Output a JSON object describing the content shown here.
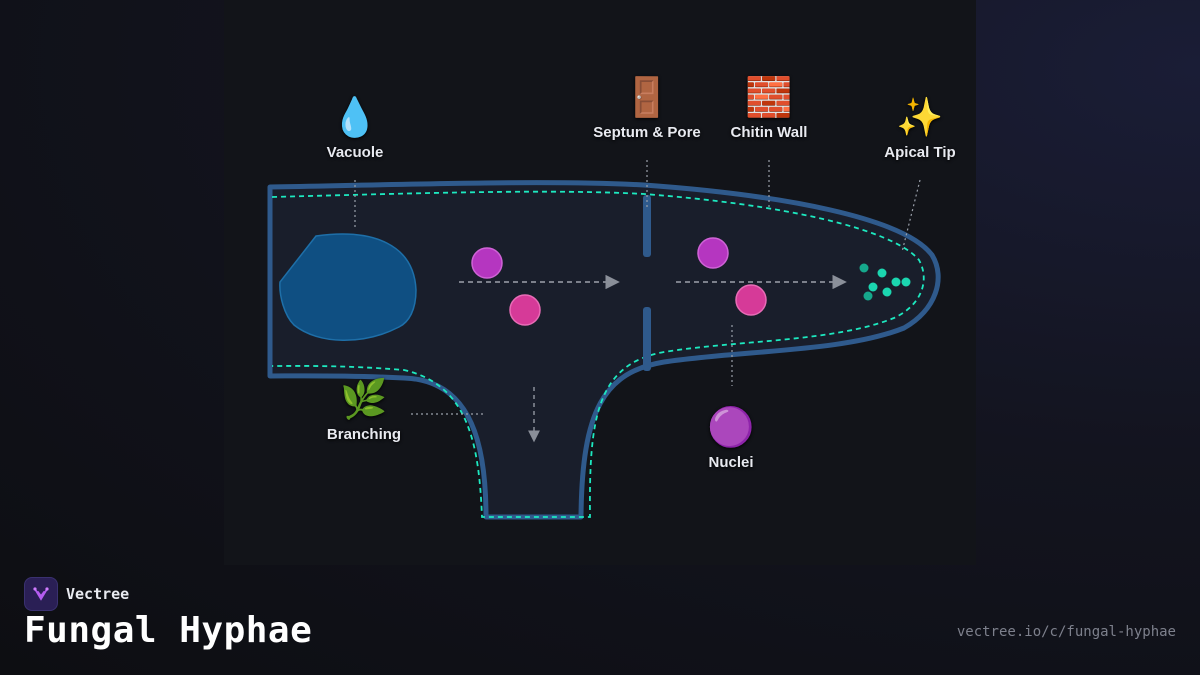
{
  "diagram": {
    "labels": {
      "vacuole": {
        "emoji": "💧",
        "text": "Vacuole"
      },
      "septum": {
        "emoji": "🚪",
        "text": "Septum & Pore"
      },
      "chitin": {
        "emoji": "🧱",
        "text": "Chitin Wall"
      },
      "apical": {
        "emoji": "✨",
        "text": "Apical Tip"
      },
      "branching": {
        "emoji": "🌿",
        "text": "Branching"
      },
      "nuclei": {
        "emoji": "🟣",
        "text": "Nuclei"
      }
    },
    "colors": {
      "wall": "#2f5a8c",
      "membrane": "#1de9c0",
      "vacuole": "#0f4f82",
      "nucleus_purple": "#b536c0",
      "nucleus_pink": "#d63a98",
      "vesicle": "#1bd6b0"
    }
  },
  "footer": {
    "brand": "Vectree",
    "title": "Fungal Hyphae",
    "url": "vectree.io/c/fungal-hyphae"
  }
}
